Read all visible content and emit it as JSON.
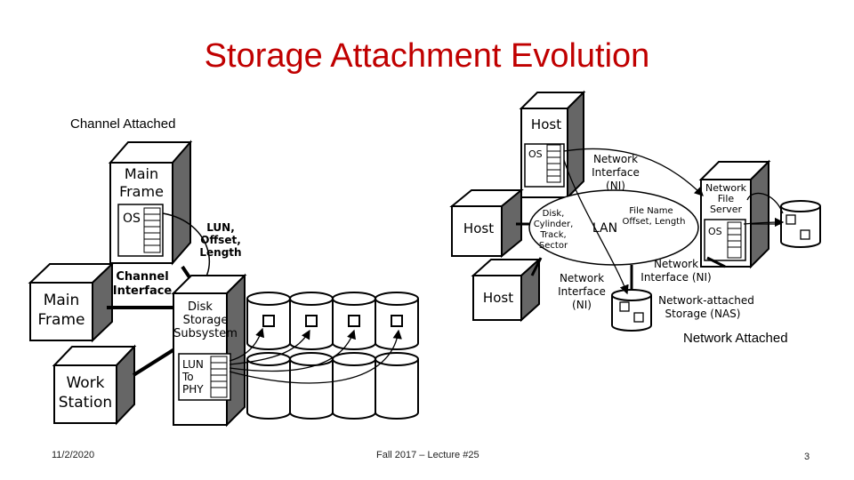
{
  "slide": {
    "title": "Storage Attachment Evolution",
    "channel_label": "Channel Attached",
    "network_label": "Network Attached",
    "footer_date": "11/2/2020",
    "footer_course": "Fall 2017 – Lecture #25",
    "page_number": "3"
  },
  "left_diagram": {
    "mainframe_top": [
      "Main",
      "Frame"
    ],
    "os_label": "OS",
    "lun_note": [
      "LUN,",
      "Offset,",
      "Length"
    ],
    "channel_interface": [
      "Channel",
      "Interface"
    ],
    "mainframe_left": [
      "Main",
      "Frame"
    ],
    "disk_subsystem": [
      "Disk",
      "Storage",
      "Subsystem"
    ],
    "lun_phy": [
      "LUN",
      "To",
      "PHY"
    ],
    "workstation": [
      "Work",
      "Station"
    ]
  },
  "right_diagram": {
    "host_top": "Host",
    "os_label": "OS",
    "ni_top": [
      "Network",
      "Interface",
      "(NI)"
    ],
    "host_mid": "Host",
    "disk_note": [
      "Disk,",
      "Cylinder,",
      "Track,",
      "Sector"
    ],
    "lan": "LAN",
    "file_note": [
      "File Name",
      "Offset, Length"
    ],
    "nfs": [
      "Network",
      "File",
      "Server"
    ],
    "nfs_os": "OS",
    "host_bottom": "Host",
    "ni_bottom": [
      "Network",
      "Interface",
      "(NI)"
    ],
    "ni_server": [
      "Network",
      "Interface (NI)"
    ],
    "nas": [
      "Network-attached",
      "Storage (NAS)"
    ]
  }
}
